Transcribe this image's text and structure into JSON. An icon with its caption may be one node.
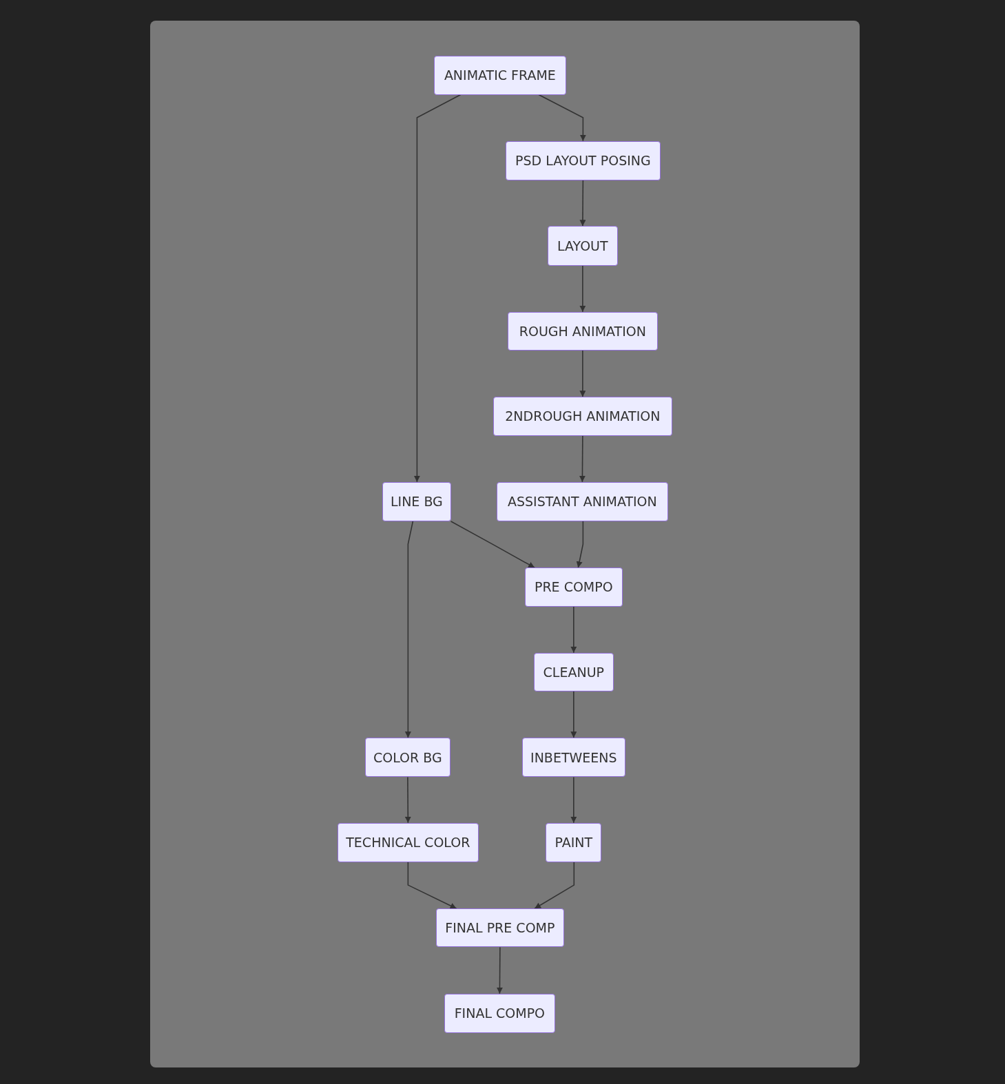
{
  "diagram": {
    "nodes": [
      {
        "text": [
          "ANIMATIC FRAME"
        ]
      },
      {
        "text": [
          "PSD LAYOUT POSING"
        ]
      },
      {
        "text": [
          "LAYOUT"
        ]
      },
      {
        "text": [
          "ROUGH ANIMATION"
        ]
      },
      {
        "text": [
          "2NDROUGH ANIMATION"
        ]
      },
      {
        "text": [
          "LINE BG"
        ]
      },
      {
        "text": [
          "ASSISTANT ANIMATION"
        ]
      },
      {
        "text": [
          "PRE COMPO"
        ]
      },
      {
        "text": [
          "CLEANUP"
        ]
      },
      {
        "text": [
          "COLOR BG"
        ]
      },
      {
        "text": [
          "INBETWEENS"
        ]
      },
      {
        "text": [
          "TECHNICAL COLOR"
        ]
      },
      {
        "text": [
          "PAINT"
        ]
      },
      {
        "text": [
          "FINAL PRE COMP"
        ]
      },
      {
        "text": [
          "FINAL COMPO"
        ]
      }
    ],
    "edges": [
      {
        "from": 0,
        "to": 1,
        "arrow": "to"
      },
      {
        "from": 0,
        "to": 5,
        "arrow": "to"
      },
      {
        "from": 1,
        "to": 2,
        "arrow": "to"
      },
      {
        "from": 2,
        "to": 3,
        "arrow": "to"
      },
      {
        "from": 3,
        "to": 4,
        "arrow": "to"
      },
      {
        "from": 4,
        "to": 6,
        "arrow": "to"
      },
      {
        "from": 5,
        "to": 7,
        "arrow": "to"
      },
      {
        "from": 6,
        "to": 7,
        "arrow": "to"
      },
      {
        "from": 5,
        "to": 9,
        "arrow": "to"
      },
      {
        "from": 7,
        "to": 8,
        "arrow": "to"
      },
      {
        "from": 8,
        "to": 10,
        "arrow": "to"
      },
      {
        "from": 9,
        "to": 11,
        "arrow": "to"
      },
      {
        "from": 10,
        "to": 12,
        "arrow": "to"
      },
      {
        "from": 11,
        "to": 13,
        "arrow": "to"
      },
      {
        "from": 12,
        "to": 13,
        "arrow": "to"
      },
      {
        "from": 13,
        "to": 14,
        "arrow": "to"
      }
    ]
  }
}
